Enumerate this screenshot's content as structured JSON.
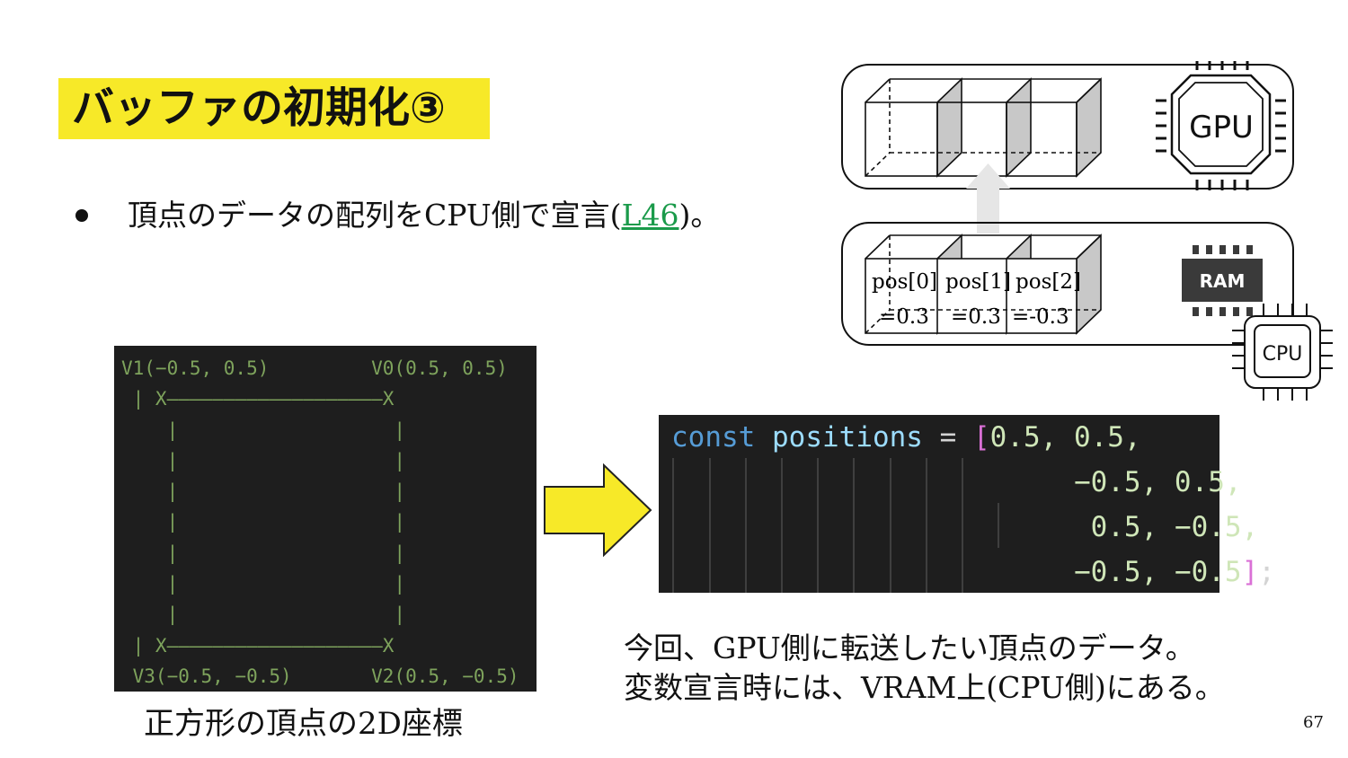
{
  "slide": {
    "title": "バッファの初期化③",
    "bullet": {
      "text_before": "頂点のデータの配列をCPU側で宣言(",
      "link": "L46",
      "text_after": ")。"
    },
    "terminal_lines": [
      "V1(−0.5, 0.5)         V0(0.5, 0.5)",
      " | X———————————————————X",
      "    |                   |",
      "    |                   |",
      "    |                   |",
      "    |                   |",
      "    |                   |",
      "    |                   |",
      "    |                   |",
      " | X———————————————————X",
      " V3(−0.5, −0.5)       V2(0.5, −0.5)"
    ],
    "terminal_caption": "正方形の頂点の2D座標",
    "code": {
      "keyword": "const",
      "identifier": "positions",
      "op": " = ",
      "open_bracket": "[",
      "close_bracket": "]",
      "semicolon": ";",
      "line1_values": "0.5, 0.5,",
      "line2_values": "−0.5, 0.5,",
      "line3_values": "0.5, −0.5,",
      "line4_values": "−0.5, −0.5"
    },
    "caption_lines": [
      "今回、GPU側に転送したい頂点のデータ。",
      "変数宣言時には、VRAM上(CPU側)にある。"
    ],
    "page_number": "67",
    "diagram": {
      "gpu_label": "GPU",
      "ram_label": "RAM",
      "cpu_label": "CPU",
      "cells": [
        {
          "name": "pos[0]",
          "value": "=0.3"
        },
        {
          "name": "pos[1]",
          "value": "=0.3"
        },
        {
          "name": "pos[2]",
          "value": "=-0.3"
        }
      ]
    },
    "colors": {
      "title_highlight": "#f7e928",
      "arrow_fill": "#f7e928",
      "link": "#1a9a4a",
      "terminal_bg": "#1e1e1e",
      "terminal_text": "#7ea35c"
    }
  }
}
